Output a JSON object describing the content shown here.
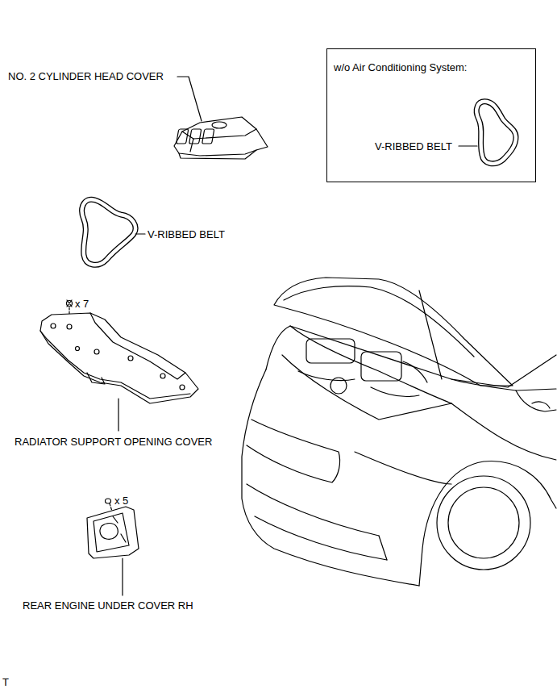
{
  "diagram": {
    "nodes": [
      {
        "text": [
          "w/o Air Conditioning System:",
          "V-RIBBED BELT"
        ]
      }
    ],
    "labels": [
      "NO. 2 CYLINDER HEAD COVER",
      "V-RIBBED BELT",
      "x 7",
      "RADIATOR SUPPORT OPENING COVER",
      "x 5",
      "REAR ENGINE UNDER COVER RH",
      "T"
    ]
  }
}
